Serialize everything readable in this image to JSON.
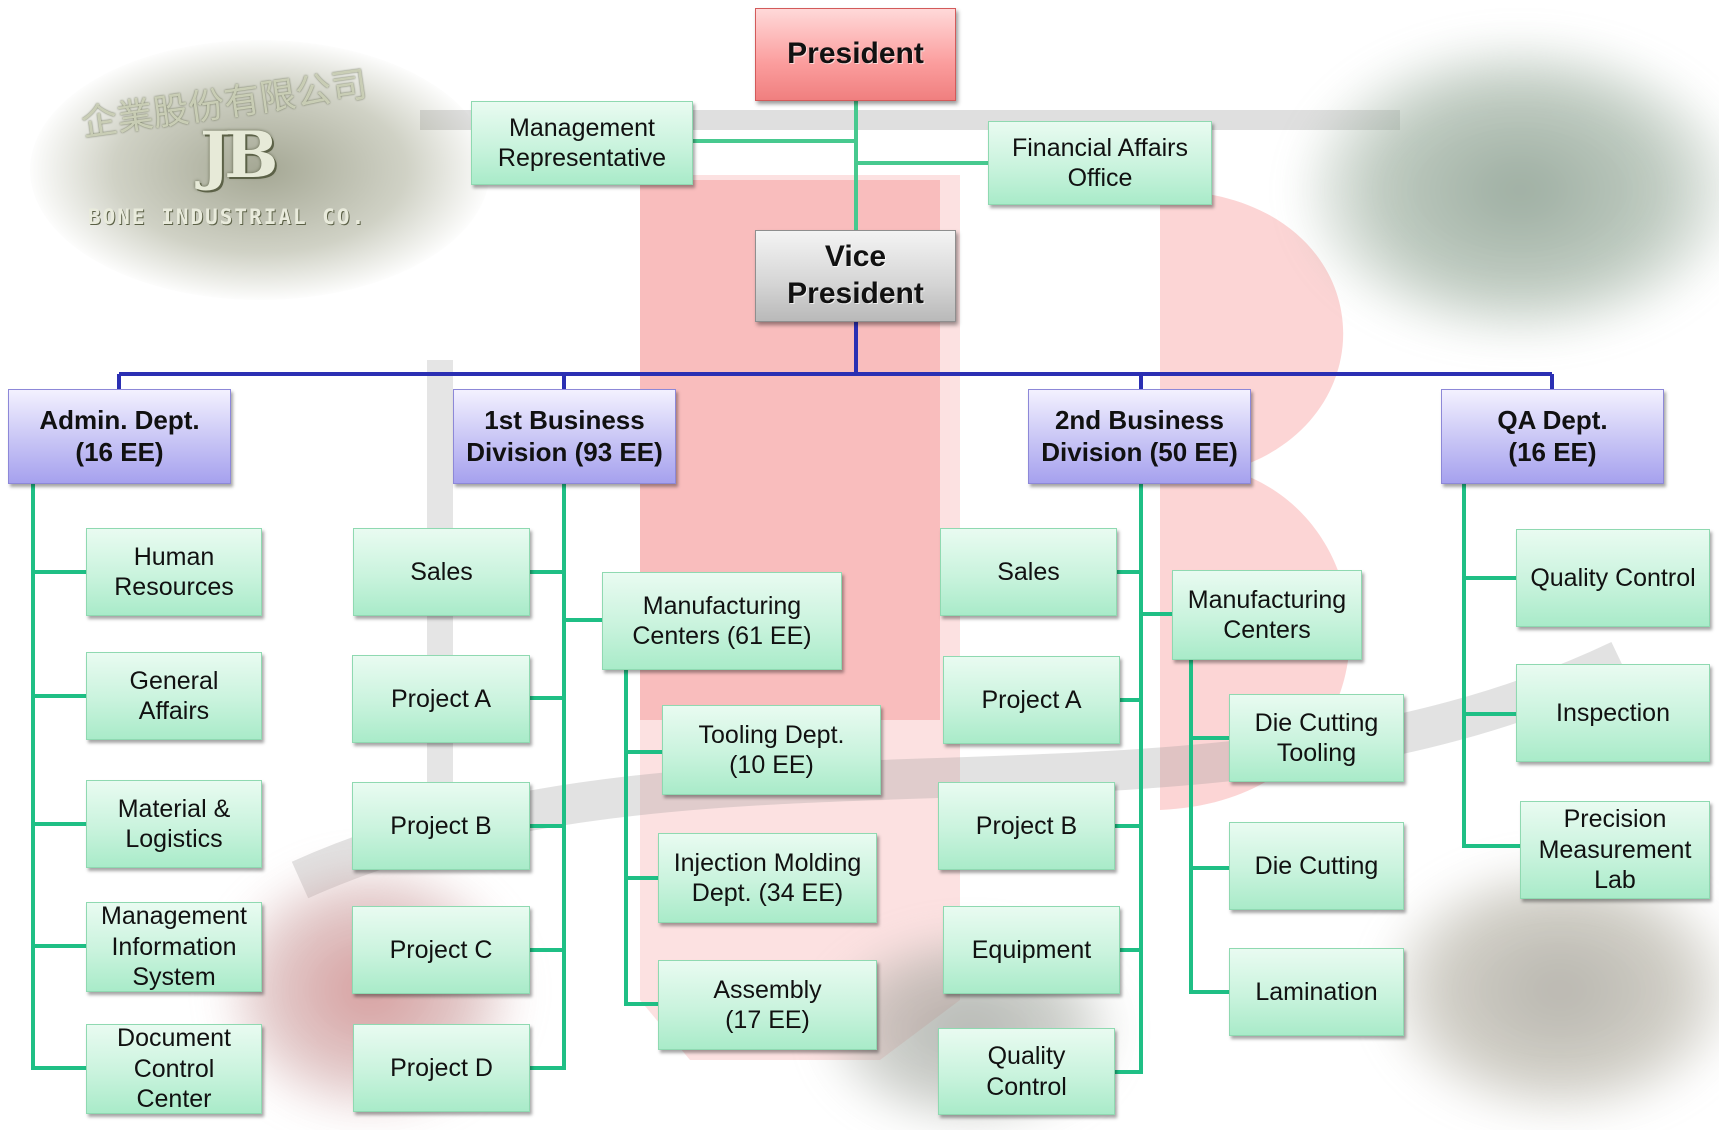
{
  "org_chart": {
    "logo": {
      "cn_text": "企業股份有限公司",
      "mark": "JB",
      "en_text": "BONE INDUSTRIAL CO."
    },
    "president": "President",
    "management_representative": "Management\nRepresentative",
    "financial_affairs_office": "Financial Affairs\nOffice",
    "vice_president": "Vice\nPresident",
    "departments": [
      {
        "title": "Admin. Dept.\n(16 EE)",
        "units": [
          "Human\nResources",
          "General\nAffairs",
          "Material &\nLogistics",
          "Management\nInformation\nSystem",
          "Document\nControl\nCenter"
        ]
      },
      {
        "title": "1st Business\nDivision (93 EE)",
        "units": [
          "Sales",
          "Project A",
          "Project B",
          "Project C",
          "Project D"
        ],
        "manufacturing": {
          "title": "Manufacturing\nCenters (61 EE)",
          "units": [
            "Tooling Dept.\n(10 EE)",
            "Injection Molding\nDept. (34 EE)",
            "Assembly\n(17 EE)"
          ]
        }
      },
      {
        "title": "2nd Business\nDivision (50 EE)",
        "units": [
          "Sales",
          "Project A",
          "Project B",
          "Equipment",
          "Quality\nControl"
        ],
        "manufacturing": {
          "title": "Manufacturing\nCenters",
          "units": [
            "Die Cutting\nTooling",
            "Die Cutting",
            "Lamination"
          ]
        }
      },
      {
        "title": "QA Dept.\n(16 EE)",
        "units": [
          "Quality Control",
          "Inspection",
          "Precision\nMeasurement\nLab"
        ]
      }
    ],
    "colors": {
      "president": "#f48c8c",
      "vice_president": "#cfcfcf",
      "department": "#b4b0f0",
      "unit": "#bff0d5",
      "connector_blue": "#2b2fb3",
      "connector_green": "#1fbf85"
    }
  }
}
